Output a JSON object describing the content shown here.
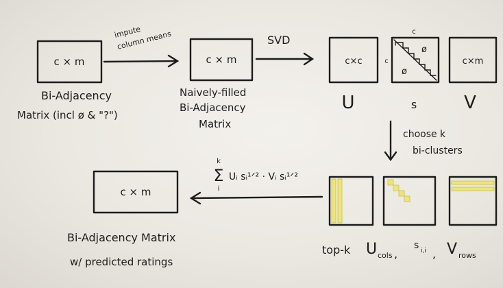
{
  "matrix_labels": {
    "input": "c × m",
    "filled": "c × m",
    "u": "c×c",
    "v": "c×m",
    "result": "c × m"
  },
  "s_labels": {
    "top": "c",
    "left": "c",
    "zero1": "ø",
    "zero2": "ø"
  },
  "captions": {
    "input_line1": "Bi-Adjacency",
    "input_line2": "Matrix (incl ø & \"?\")",
    "filled_line1": "Naively-filled",
    "filled_line2": "Bi-Adjacency",
    "filled_line3": "Matrix",
    "u": "U",
    "s": "s",
    "v": "V",
    "result_line1": "Bi-Adjacency Matrix",
    "result_line2": "w/ predicted ratings"
  },
  "arrows": {
    "impute_line1": "impute",
    "impute_line2": "column means",
    "svd": "SVD",
    "choose_line1": "choose k",
    "choose_line2": "bi-clusters"
  },
  "formula": {
    "sigma": "Σ",
    "upper": "k",
    "lower": "i",
    "body": "Uᵢ sᵢ¹ᐟ² · Vᵢ sᵢ¹ᐟ²"
  },
  "bottom_labels": {
    "topk": "top-k",
    "u": "U",
    "u_sub": "cols",
    "comma1": ",",
    "s": "s",
    "s_sub": "i,i",
    "comma2": ",",
    "v": "V",
    "v_sub": "rows"
  },
  "colors": {
    "ink": "#1c1c1c",
    "highlight": "#eee57a",
    "paper": "#f3f1ec"
  }
}
